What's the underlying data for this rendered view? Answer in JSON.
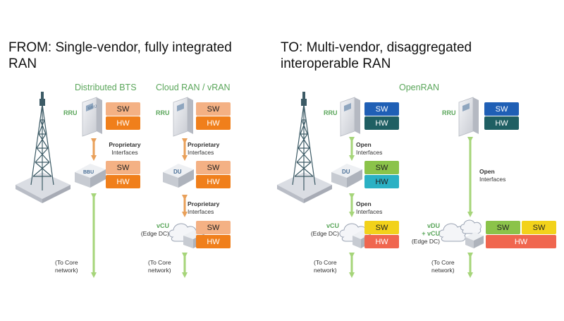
{
  "left_title": [
    "FROM: Single-vendor, fully integrated",
    "RAN"
  ],
  "right_title": [
    "TO: Multi-vendor, disaggregated",
    "interoperable RAN"
  ],
  "sections": {
    "distributed_bts": "Distributed BTS",
    "cloud_ran": "Cloud RAN / vRAN",
    "openran": "OpenRAN"
  },
  "labels": {
    "rru": "RRU",
    "sw": "SW",
    "hw": "HW",
    "proprietary": "Proprietary",
    "interfaces": "Interfaces",
    "open": "Open",
    "vcu": "vCU",
    "edge_dc": "(Edge DC)",
    "vdu_vcu_line1": "vDU",
    "vdu_vcu_line2": "+ vCU",
    "to_core_line1": "(To Core",
    "to_core_line2": "network)"
  },
  "icon_labels": {
    "rru": "RRU",
    "bbu": "BBU",
    "du": "DU"
  },
  "colors": {
    "orange_light": "#f4b184",
    "orange": "#f07f1b",
    "blue": "#1f5fb5",
    "teal_dark": "#1f5f63",
    "lime": "#8bc34a",
    "teal": "#2bb1c4",
    "yellow": "#f2d21b",
    "salmon": "#f0664f",
    "green_arrow": "#a6d57a",
    "orange_arrow": "#e9a05a",
    "section_green": "#5aa65a"
  }
}
